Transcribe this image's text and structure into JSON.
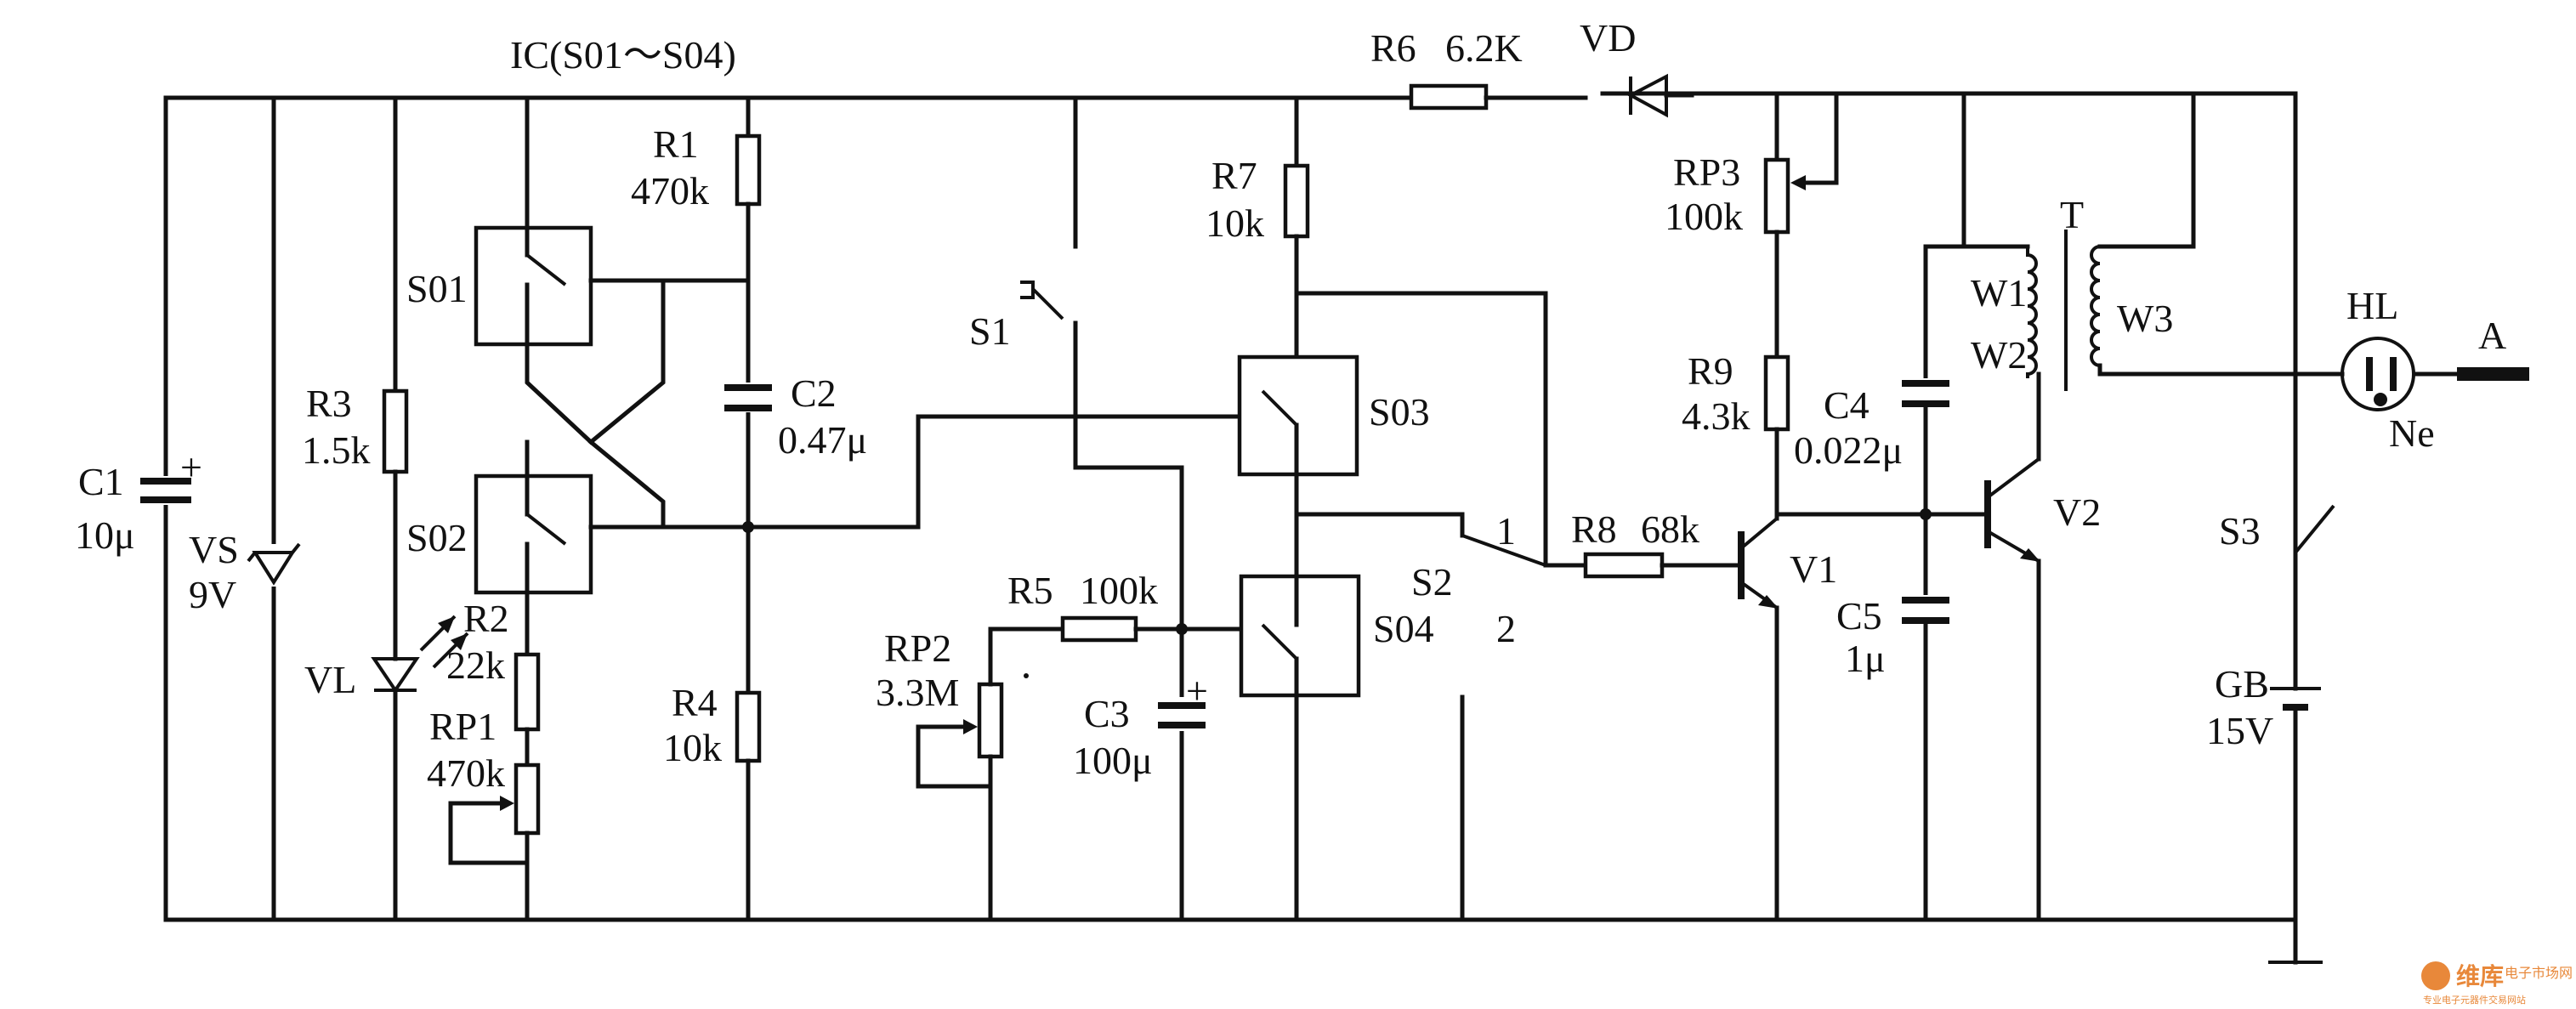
{
  "ic_label": "IC(S01～S04)",
  "components": {
    "C1": {
      "name": "C1",
      "value": "10μ"
    },
    "VS": {
      "name": "VS",
      "value": "9V"
    },
    "R3": {
      "name": "R3",
      "value": "1.5k"
    },
    "VL": {
      "name": "VL"
    },
    "R2": {
      "name": "R2",
      "value": "22k"
    },
    "RP1": {
      "name": "RP1",
      "value": "470k"
    },
    "R1": {
      "name": "R1",
      "value": "470k"
    },
    "C2": {
      "name": "C2",
      "value": "0.47μ"
    },
    "R4": {
      "name": "R4",
      "value": "10k"
    },
    "S1": {
      "name": "S1"
    },
    "RP2": {
      "name": "RP2",
      "value": "3.3M"
    },
    "R5": {
      "name": "R5",
      "value": "100k"
    },
    "C3": {
      "name": "C3",
      "value": "100μ"
    },
    "R6": {
      "name": "R6",
      "value": "6.2K"
    },
    "VD": {
      "name": "VD"
    },
    "R7": {
      "name": "R7",
      "value": "10k"
    },
    "S2": {
      "name": "S2",
      "pos1": "1",
      "pos2": "2"
    },
    "R8": {
      "name": "R8",
      "value": "68k"
    },
    "RP3": {
      "name": "RP3",
      "value": "100k"
    },
    "R9": {
      "name": "R9",
      "value": "4.3k"
    },
    "V1": {
      "name": "V1"
    },
    "C4": {
      "name": "C4",
      "value": "0.022μ"
    },
    "C5": {
      "name": "C5",
      "value": "1μ"
    },
    "V2": {
      "name": "V2"
    },
    "T": {
      "name": "T",
      "w1": "W1",
      "w2": "W2",
      "w3": "W3"
    },
    "HL": {
      "name": "HL",
      "type": "Ne"
    },
    "A": {
      "name": "A"
    },
    "S3": {
      "name": "S3"
    },
    "GB": {
      "name": "GB",
      "value": "15V"
    }
  },
  "switches": {
    "s01": "S01",
    "s02": "S02",
    "s03": "S03",
    "s04": "S04"
  },
  "polarity": {
    "c1": "+",
    "c3": "+"
  },
  "watermark": {
    "brand": "维库",
    "site": "电子市场网",
    "tagline": "专业电子元器件交易网站"
  }
}
